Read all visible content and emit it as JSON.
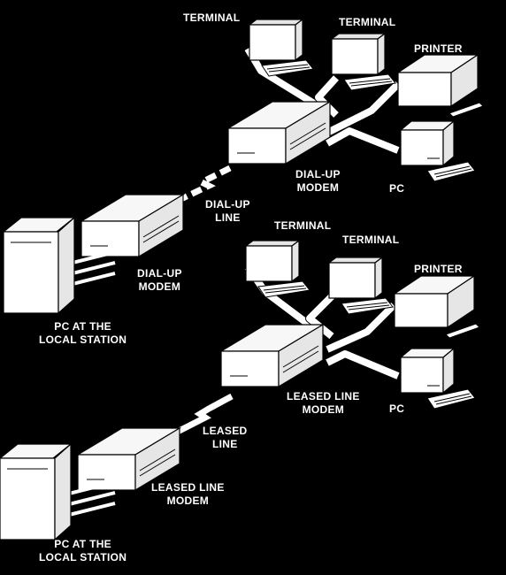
{
  "dialup": {
    "terminal1": "TERMINAL",
    "terminal2": "TERMINAL",
    "printer": "PRINTER",
    "pc": "PC",
    "remote_modem": "DIAL-UP\nMODEM",
    "line": "DIAL-UP\nLINE",
    "local_modem": "DIAL-UP\nMODEM",
    "local_station": "PC AT THE\nLOCAL STATION"
  },
  "leased": {
    "terminal1": "TERMINAL",
    "terminal2": "TERMINAL",
    "printer": "PRINTER",
    "pc": "PC",
    "remote_modem": "LEASED LINE\nMODEM",
    "line": "LEASED\nLINE",
    "local_modem": "LEASED LINE\nMODEM",
    "local_station": "PC AT THE\nLOCAL STATION"
  }
}
